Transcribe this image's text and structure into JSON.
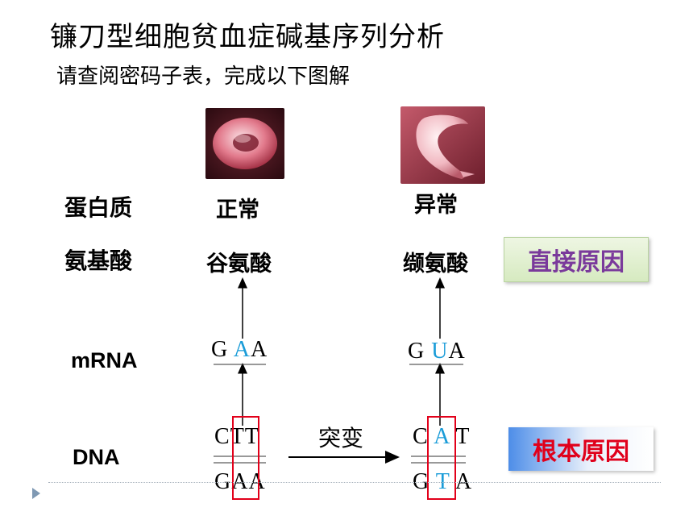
{
  "title": "镰刀型细胞贫血症碱基序列分析",
  "subtitle": "请查阅密码子表，完成以下图解",
  "rows": {
    "protein": "蛋白质",
    "amino_acid": "氨基酸",
    "mrna": "mRNA",
    "dna": "DNA"
  },
  "normal": {
    "protein": "正常",
    "amino_acid": "谷氨酸",
    "mrna": [
      "G",
      "A",
      "A"
    ],
    "dna_top": [
      "C",
      "T",
      "T"
    ],
    "dna_bottom": [
      "G",
      "A",
      "A"
    ]
  },
  "abnormal": {
    "protein": "异常",
    "amino_acid": "缬氨酸",
    "mrna": [
      "G",
      "U",
      "A"
    ],
    "dna_top": [
      "C",
      "A",
      "T"
    ],
    "dna_bottom": [
      "G",
      "T",
      "A"
    ]
  },
  "mutation_label": "突变",
  "direct_cause": "直接原因",
  "root_cause": "根本原因",
  "colors": {
    "highlight_base": "#1a9cd8",
    "mutation_box": "#e2001a",
    "direct_cause_text": "#7a3a9b",
    "root_cause_text": "#e0001b"
  },
  "icons": [
    "normal-red-blood-cell-image",
    "sickle-red-blood-cell-image",
    "right-arrow-icon",
    "slide-bullet-icon"
  ]
}
